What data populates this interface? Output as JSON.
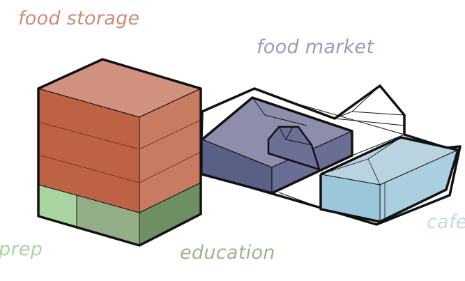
{
  "labels": {
    "food_storage": "food storage",
    "food_market": "food market",
    "prep": "prep",
    "education": "education",
    "cafe": "cafe"
  },
  "colors": {
    "food_storage": "#cf8a78",
    "food_market": "#9a9ab8",
    "prep": "#a9d4a3",
    "education": "#9bb58e",
    "cafe": "#c2dbe6",
    "outline": "#111111"
  }
}
